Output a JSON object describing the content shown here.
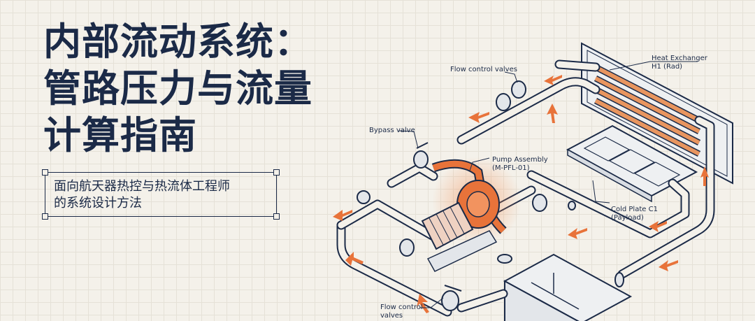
{
  "title": {
    "line1": "内部流动系统：",
    "line2": "管路压力与流量",
    "line3": "计算指南"
  },
  "subtitle": {
    "line1": "面向航天器热控与热流体工程师",
    "line2": "的系统设计方法"
  },
  "labels": {
    "flow_control_valves_top": "Flow control valves",
    "heat_exchanger_line1": "Heat Exchanger",
    "heat_exchanger_line2": "H1 (Rad)",
    "bypass_valve": "Bypass valve",
    "pump_line1": "Pump Assembly",
    "pump_line2": "(M-PFL-01)",
    "cold_plate_line1": "Cold Plate C1",
    "cold_plate_line2": "(Payload)",
    "flow_control_valves_bottom_line1": "Flow control",
    "flow_control_valves_bottom_line2": "valves"
  },
  "colors": {
    "ink": "#1b2a47",
    "accent": "#e8733a",
    "background": "#f4f1ea"
  }
}
